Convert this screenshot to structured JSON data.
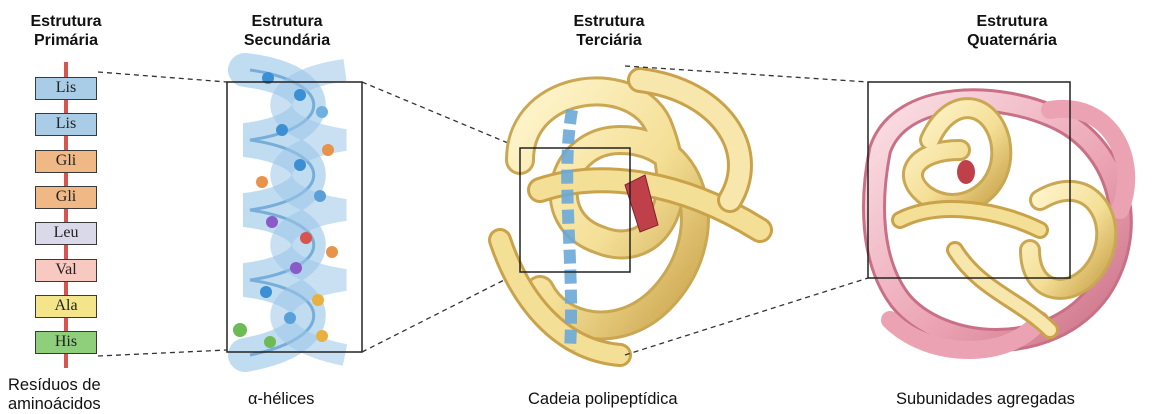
{
  "columns": {
    "primary": {
      "title_line1": "Estrutura",
      "title_line2": "Primária",
      "caption_line1": "Resíduos de",
      "caption_line2": "aminoácidos"
    },
    "secondary": {
      "title_line1": "Estrutura",
      "title_line2": "Secundária",
      "caption": "α-hélices"
    },
    "tertiary": {
      "title_line1": "Estrutura",
      "title_line2": "Terciária",
      "caption": "Cadeia polipeptídica"
    },
    "quaternary": {
      "title_line1": "Estrutura",
      "title_line2": "Quaternária",
      "caption": "Subunidades agregadas"
    }
  },
  "residues": [
    {
      "label": "Lis",
      "color": "#a9cde6"
    },
    {
      "label": "Lis",
      "color": "#a9cde6"
    },
    {
      "label": "Gli",
      "color": "#f0b884"
    },
    {
      "label": "Gli",
      "color": "#f0b884"
    },
    {
      "label": "Leu",
      "color": "#d9d9ea"
    },
    {
      "label": "Val",
      "color": "#f7c9c0"
    },
    {
      "label": "Ala",
      "color": "#f4e58a"
    },
    {
      "label": "His",
      "color": "#8fcf7c"
    }
  ],
  "colors": {
    "backbone": "#d9534f",
    "helix": "#9cc6e8",
    "ribbon": "#f4df96",
    "subunit_pink": "#eba3b3"
  }
}
